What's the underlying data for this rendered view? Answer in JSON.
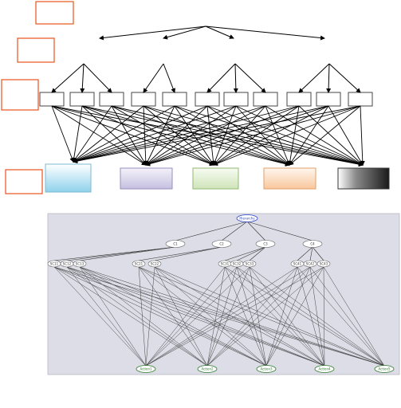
{
  "top_diagram": {
    "level_labels": [
      "",
      "",
      "",
      ""
    ],
    "level_label_border": "#e8541c",
    "criteria_count": 4,
    "subcriteria_counts": [
      3,
      2,
      3,
      3
    ],
    "alternatives": [
      {
        "label": "",
        "fill": "#c9eaf7",
        "border": "#7fb9d0"
      },
      {
        "label": "",
        "fill": "#ddd8ef",
        "border": "#9a8fc0"
      },
      {
        "label": "",
        "fill": "#e4f0d8",
        "border": "#93b874"
      },
      {
        "label": "",
        "fill": "#fde3cc",
        "border": "#e2a06a"
      },
      {
        "label": "",
        "fill": "#6a6a6a",
        "border": "#333333"
      }
    ]
  },
  "bottom_diagram": {
    "background": "#dcdde6",
    "goal": {
      "label": "Hierarchy",
      "color": "#2b44c9"
    },
    "criteria": [
      "C1",
      "C2",
      "C3",
      "C4"
    ],
    "subcriteria": [
      [
        "SC11",
        "SC12",
        "SC13"
      ],
      [
        "SC21",
        "SC22"
      ],
      [
        "SC31",
        "SC32",
        "SC33"
      ],
      [
        "SC41",
        "SC42",
        "SC43"
      ]
    ],
    "alternatives": [
      "Action1",
      "Action2",
      "Action3",
      "Action4",
      "Action5"
    ],
    "alternative_color": "#2d7a2d"
  }
}
